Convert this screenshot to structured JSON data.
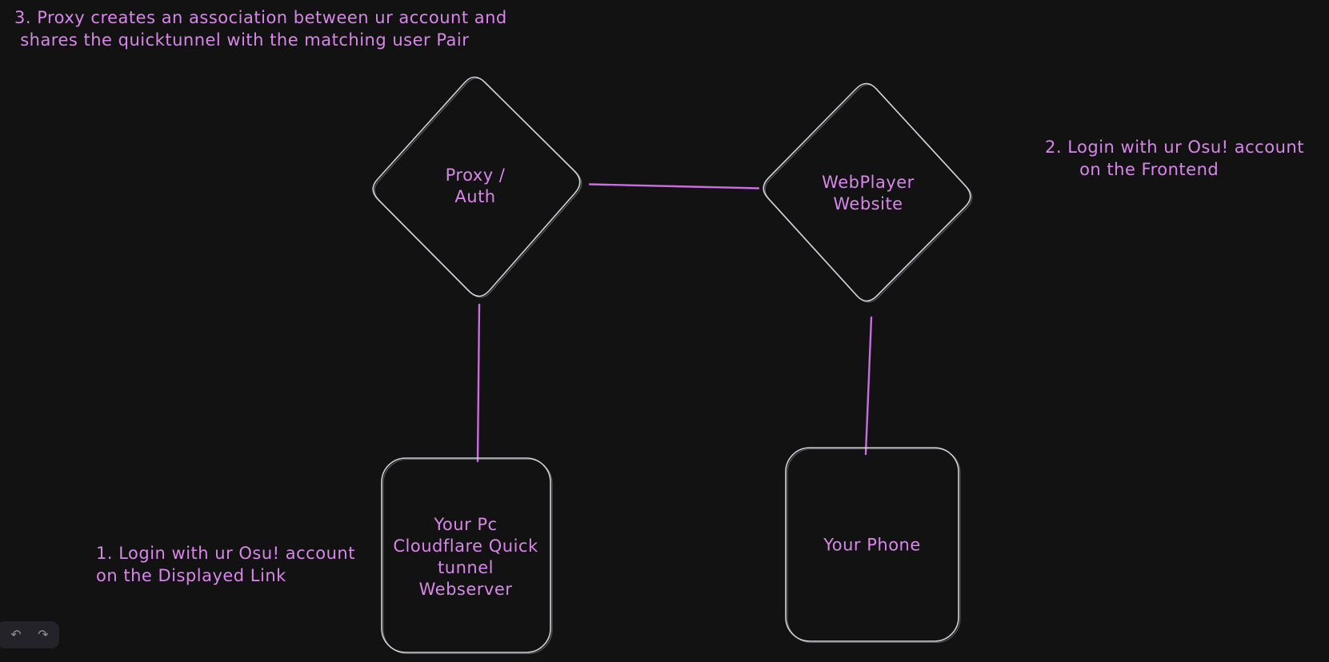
{
  "theme": {
    "background": "#121213",
    "accent_text": "#d787e8",
    "connector": "#cb6ce2",
    "shape_stroke": "#d2d3d8",
    "island_bg": "#232329",
    "island_icon": "#8f8f99"
  },
  "nodes": {
    "proxy": "Proxy /\nAuth",
    "webplayer": "WebPlayer\nWebsite",
    "pc": "Your Pc\nCloudflare Quick\ntunnel\nWebserver",
    "phone": "Your Phone"
  },
  "annotations": {
    "note3": "3. Proxy creates an association between ur account and\n shares the quicktunnel with the matching user Pair",
    "note2": "2. Login with ur Osu! account\n      on the Frontend",
    "note1": "1. Login with ur Osu! account\non the Displayed Link"
  },
  "toolbar": {
    "undo_icon": "↶",
    "redo_icon": "↷"
  }
}
